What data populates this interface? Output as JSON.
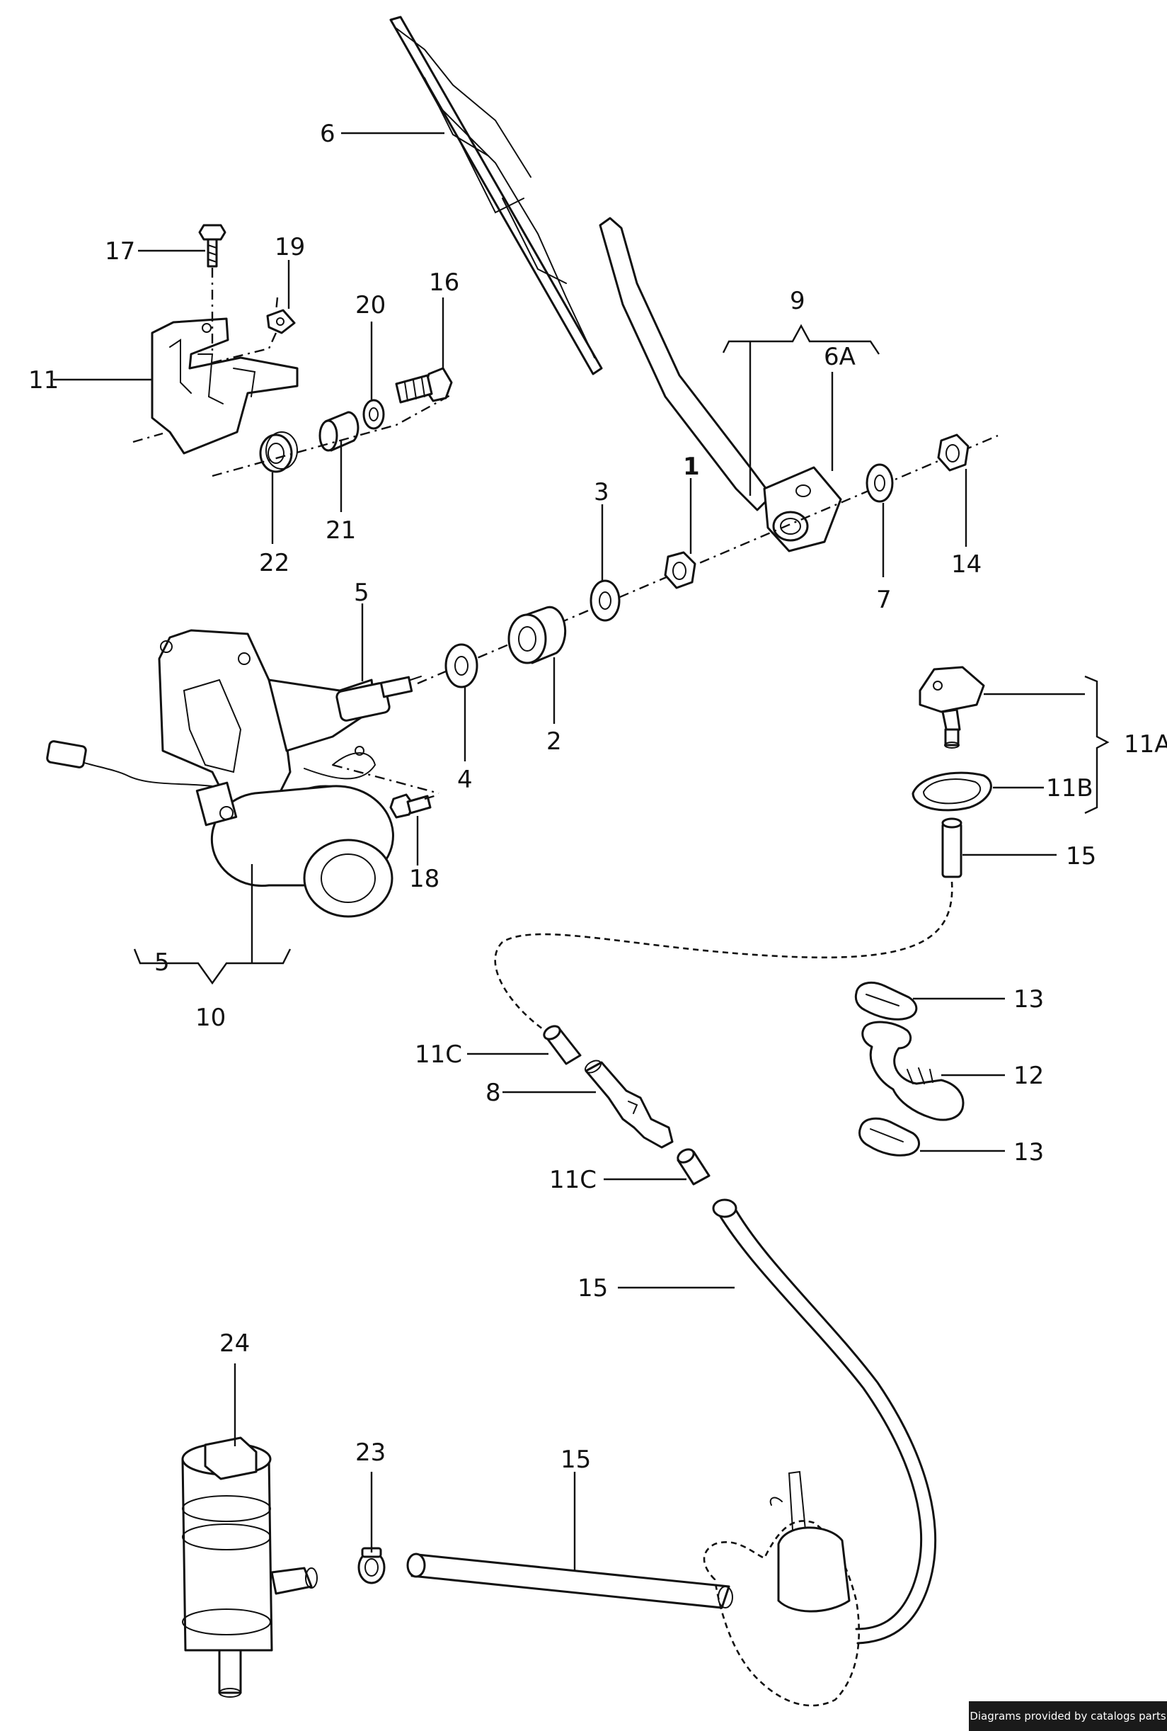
{
  "diagram": {
    "callouts": {
      "c1": "1",
      "c2": "2",
      "c3": "3",
      "c4": "4",
      "c5a": "5",
      "c5b": "5",
      "c6": "6",
      "c6a": "6A",
      "c7": "7",
      "c8": "8",
      "c9": "9",
      "c10": "10",
      "c11": "11",
      "c11a": "11A",
      "c11b": "11B",
      "c11c1": "11C",
      "c11c2": "11C",
      "c12": "12",
      "c13a": "13",
      "c13b": "13",
      "c14": "14",
      "c15a": "15",
      "c15b": "15",
      "c15c": "15",
      "c16": "16",
      "c17": "17",
      "c18": "18",
      "c19": "19",
      "c20": "20",
      "c21": "21",
      "c22": "22",
      "c23": "23",
      "c24": "24"
    }
  },
  "footer": {
    "credit": "Diagrams provided by catalogs parts"
  }
}
